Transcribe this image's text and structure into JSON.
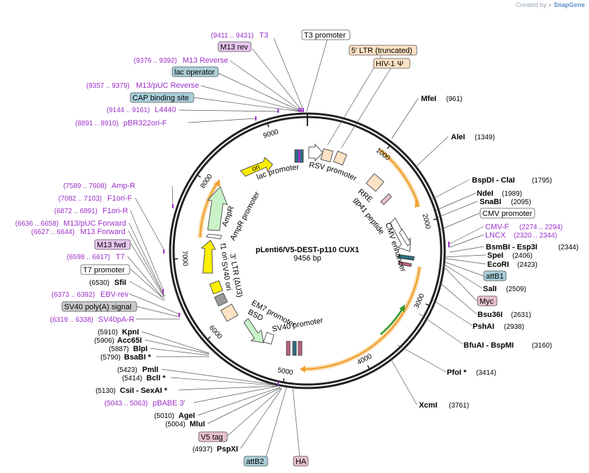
{
  "watermark": {
    "created_by": "Created by",
    "brand": "SnapGene"
  },
  "plasmid": {
    "name": "pLenti6/V5-DEST-p110 CUX1",
    "length": "9456 bp",
    "total_bp": 9456
  },
  "colors": {
    "feature_purple": "#9b2fc9",
    "site_black": "#111111",
    "promoter_fill": "#ffffff",
    "ltr_fill": "#fde2c4",
    "misc_blue": "#a9cfd9",
    "tag_pink": "#e6bfcf",
    "gray_fill": "#c9c9c9",
    "m13_fill": "#e7c6ef",
    "ori_yellow": "#ffee00",
    "amp_green": "#c9f2c9",
    "orange_arc": "#f4a338",
    "cds_green": "#2e9a2e"
  },
  "ticks": [
    {
      "bp": 1000,
      "label": "1000"
    },
    {
      "bp": 2000,
      "label": "2000"
    },
    {
      "bp": 3000,
      "label": "3000"
    },
    {
      "bp": 4000,
      "label": "4000"
    },
    {
      "bp": 5000,
      "label": "5000"
    },
    {
      "bp": 6000,
      "label": "6000"
    },
    {
      "bp": 7000,
      "label": "7000"
    },
    {
      "bp": 8000,
      "label": "8000"
    },
    {
      "bp": 9000,
      "label": "9000"
    }
  ],
  "labels": [
    {
      "kind": "feature",
      "range": "(9411 .. 9431)",
      "name": "T3"
    },
    {
      "kind": "box",
      "style": "m13",
      "name": "M13 rev"
    },
    {
      "kind": "feature",
      "range": "(9376 .. 9392)",
      "name": "M13 Reverse"
    },
    {
      "kind": "box",
      "style": "blue",
      "name": "lac operator"
    },
    {
      "kind": "feature",
      "range": "(9357 .. 9379)",
      "name": "M13/pUC Reverse"
    },
    {
      "kind": "box",
      "style": "blue",
      "name": "CAP binding site"
    },
    {
      "kind": "feature",
      "range": "(9144 .. 9161)",
      "name": "L4440"
    },
    {
      "kind": "feature",
      "range": "(8891 .. 8910)",
      "name": "pBR322ori-F"
    },
    {
      "kind": "feature",
      "range": "(7589 .. 7608)",
      "name": "Amp-R"
    },
    {
      "kind": "feature",
      "range": "(7082 .. 7103)",
      "name": "F1ori-F"
    },
    {
      "kind": "feature",
      "range": "(6872 .. 6891)",
      "name": "F1ori-R"
    },
    {
      "kind": "feature",
      "range": "(6636 .. 6658)",
      "name": "M13/pUC Forward"
    },
    {
      "kind": "feature",
      "range": "(6627 .. 6644)",
      "name": "M13 Forward"
    },
    {
      "kind": "box",
      "style": "m13",
      "name": "M13 fwd"
    },
    {
      "kind": "feature",
      "range": "(6598 .. 6617)",
      "name": "T7"
    },
    {
      "kind": "box",
      "style": "white",
      "name": "T7 promoter"
    },
    {
      "kind": "site",
      "pos": "(6530)",
      "name": "SfiI"
    },
    {
      "kind": "feature",
      "range": "(6373 .. 6392)",
      "name": "EBV-rev"
    },
    {
      "kind": "box",
      "style": "gray",
      "name": "SV40 poly(A) signal"
    },
    {
      "kind": "feature",
      "range": "(6319 .. 6338)",
      "name": "SV40pA-R"
    },
    {
      "kind": "site",
      "pos": "(5910)",
      "name": "KpnI"
    },
    {
      "kind": "site",
      "pos": "(5906)",
      "name": "Acc65I"
    },
    {
      "kind": "site",
      "pos": "(5887)",
      "name": "BlpI"
    },
    {
      "kind": "site",
      "pos": "(5790)",
      "name": "BsaBI *"
    },
    {
      "kind": "site",
      "pos": "(5423)",
      "name": "PmlI"
    },
    {
      "kind": "site",
      "pos": "(5414)",
      "name": "BclI *"
    },
    {
      "kind": "site",
      "pos": "(5130)",
      "name": "CsiI   - SexAI *"
    },
    {
      "kind": "feature",
      "range": "(5043 .. 5063)",
      "name": "pBABE 3'"
    },
    {
      "kind": "site",
      "pos": "(5010)",
      "name": "AgeI"
    },
    {
      "kind": "site",
      "pos": "(5004)",
      "name": "MluI"
    },
    {
      "kind": "box",
      "style": "pink",
      "name": "V5 tag"
    },
    {
      "kind": "site",
      "pos": "(4937)",
      "name": "PspXI"
    },
    {
      "kind": "box",
      "style": "blue",
      "name": "attB2"
    },
    {
      "kind": "box",
      "style": "pink",
      "name": "HA"
    },
    {
      "kind": "box",
      "style": "white",
      "name": "T3 promoter"
    },
    {
      "kind": "box",
      "style": "ltr",
      "name": "5' LTR (truncated)"
    },
    {
      "kind": "box",
      "style": "ltr",
      "name": "HIV-1 Ψ"
    },
    {
      "kind": "site",
      "name": "MfeI",
      "pos": "(961)"
    },
    {
      "kind": "site",
      "name": "AleI",
      "pos": "(1349)"
    },
    {
      "kind": "site",
      "name": "BspDI   - ClaI",
      "pos": "(1795)"
    },
    {
      "kind": "site",
      "name": "NdeI",
      "pos": "(1989)"
    },
    {
      "kind": "site",
      "name": "SnaBI",
      "pos": "(2095)"
    },
    {
      "kind": "box",
      "style": "white",
      "name": "CMV promoter"
    },
    {
      "kind": "feature",
      "name": "CMV-F",
      "range": "(2274 .. 2294)"
    },
    {
      "kind": "feature",
      "name": "LNCX",
      "range": "(2320 .. 2344)"
    },
    {
      "kind": "site",
      "name": "BsmBI   - Esp3I",
      "pos": "(2344)"
    },
    {
      "kind": "site",
      "name": "SpeI",
      "pos": "(2406)"
    },
    {
      "kind": "site",
      "name": "EcoRI",
      "pos": "(2423)"
    },
    {
      "kind": "box",
      "style": "blue",
      "name": "attB1"
    },
    {
      "kind": "site",
      "name": "SalI",
      "pos": "(2509)"
    },
    {
      "kind": "box",
      "style": "pink",
      "name": "Myc"
    },
    {
      "kind": "site",
      "name": "Bsu36I",
      "pos": "(2631)"
    },
    {
      "kind": "site",
      "name": "PshAI",
      "pos": "(2938)"
    },
    {
      "kind": "site",
      "name": "BfuAI   - BspMI",
      "pos": "(3160)"
    },
    {
      "kind": "site",
      "name": "PfoI *",
      "pos": "(3414)"
    },
    {
      "kind": "site",
      "name": "XcmI",
      "pos": "(3761)"
    }
  ],
  "inner_labels": [
    {
      "name": "lac promoter"
    },
    {
      "name": "RSV promoter"
    },
    {
      "name": "RRE"
    },
    {
      "name": "gp41 peptide"
    },
    {
      "name": "CMV enhancer"
    },
    {
      "name": "ori"
    },
    {
      "name": "AmpR"
    },
    {
      "name": "AmpR promoter"
    },
    {
      "name": "f1 ori"
    },
    {
      "name": "3' LTR (ΔU3)"
    },
    {
      "name": "SV40 ori"
    },
    {
      "name": "EM7 promoter"
    },
    {
      "name": "BSD"
    },
    {
      "name": "SV40 promoter"
    }
  ]
}
